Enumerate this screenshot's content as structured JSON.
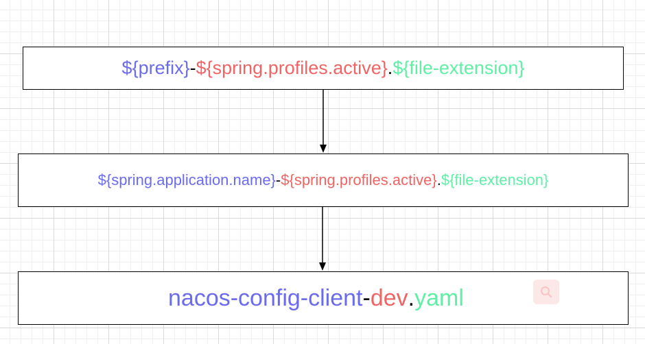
{
  "colors": {
    "blue": "#6b6bf0",
    "red": "#ef6565",
    "green": "#5ff0a6",
    "dark": "#000000",
    "badge": "#fde8e8",
    "badge_icon": "#f8c4c4"
  },
  "boxes": [
    {
      "tokens": [
        {
          "text": "${prefix}",
          "color": "blue"
        },
        {
          "text": "-",
          "color": "dark"
        },
        {
          "text": "${spring.profiles.active}",
          "color": "red"
        },
        {
          "text": ".",
          "color": "dark"
        },
        {
          "text": "${file-extension}",
          "color": "green"
        }
      ]
    },
    {
      "tokens": [
        {
          "text": "${spring.application.name}",
          "color": "blue"
        },
        {
          "text": "-",
          "color": "dark"
        },
        {
          "text": "${spring.profiles.active}",
          "color": "red"
        },
        {
          "text": ".",
          "color": "dark"
        },
        {
          "text": "${file-extension}",
          "color": "green"
        }
      ]
    },
    {
      "tokens": [
        {
          "text": "nacos-config-client",
          "color": "blue"
        },
        {
          "text": "-",
          "color": "dark"
        },
        {
          "text": "dev",
          "color": "red"
        },
        {
          "text": ".",
          "color": "dark"
        },
        {
          "text": "yaml",
          "color": "green"
        }
      ]
    }
  ],
  "icons": {
    "search": "search-icon"
  }
}
